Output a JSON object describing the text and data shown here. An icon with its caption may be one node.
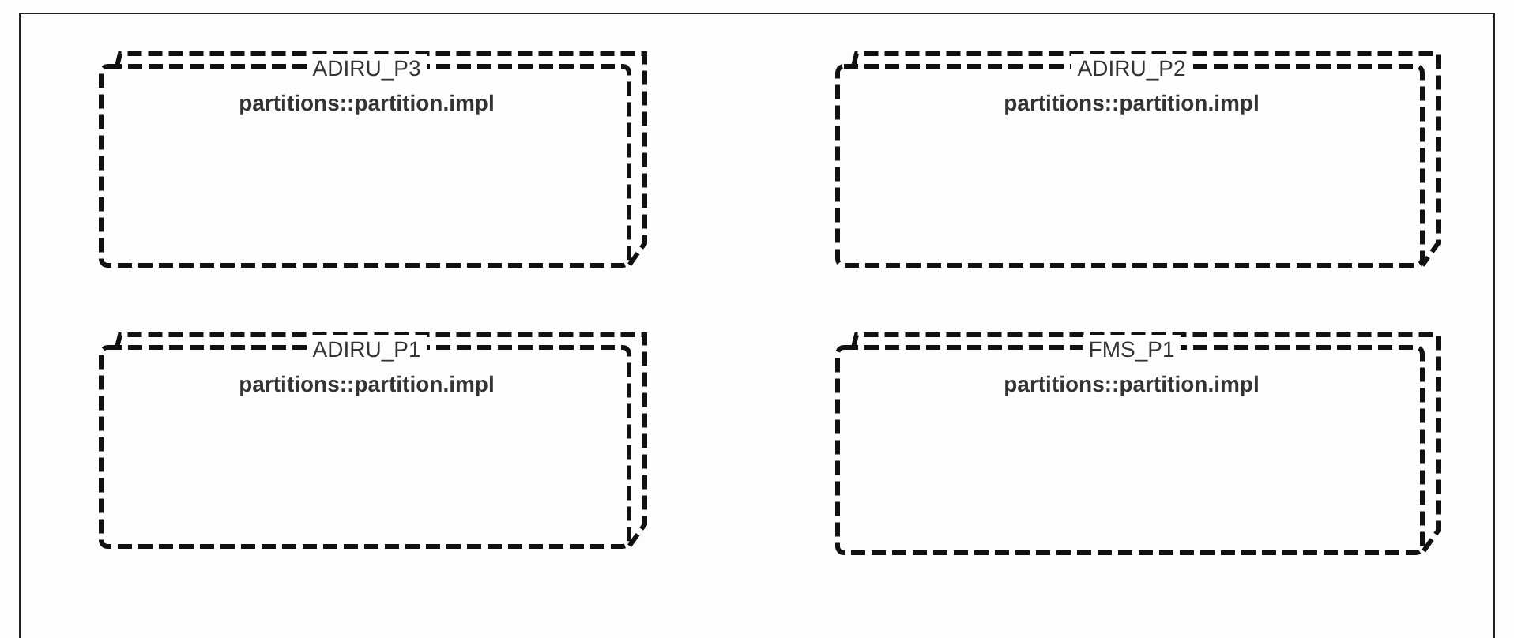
{
  "diagram": {
    "nodes": [
      {
        "text": [
          "ADIRU_P3",
          "partitions::partition.impl"
        ]
      },
      {
        "text": [
          "ADIRU_P2",
          "partitions::partition.impl"
        ]
      },
      {
        "text": [
          "ADIRU_P1",
          "partitions::partition.impl"
        ]
      },
      {
        "text": [
          "FMS_P1",
          "partitions::partition.impl"
        ]
      }
    ]
  }
}
